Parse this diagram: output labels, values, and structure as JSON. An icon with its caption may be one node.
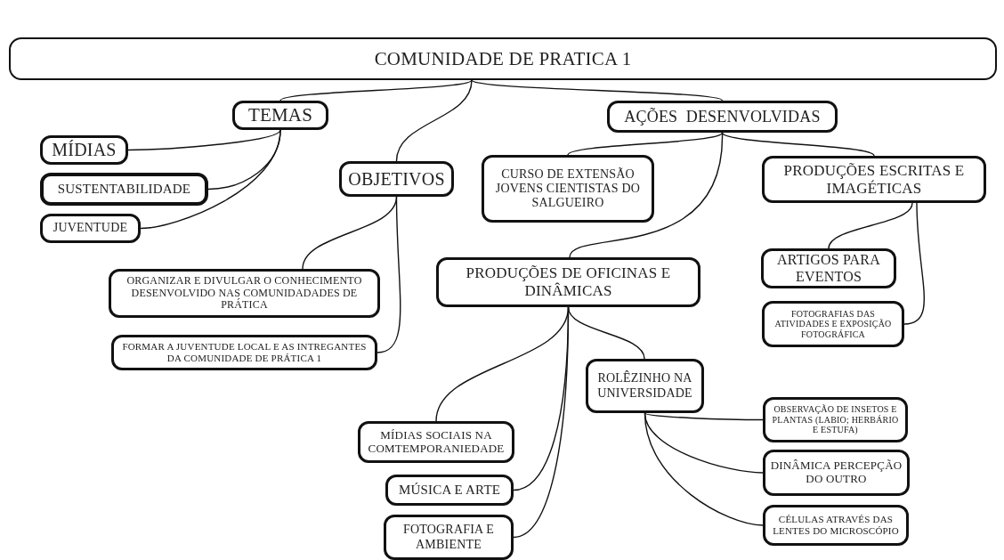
{
  "diagram": {
    "nodes": [
      {
        "text": [
          "COMUNIDADE DE PRATICA 1"
        ]
      },
      {
        "text": [
          "TEMAS"
        ]
      },
      {
        "text": [
          "MÍDIAS"
        ]
      },
      {
        "text": [
          "SUSTENTABILIDADE"
        ]
      },
      {
        "text": [
          "JUVENTUDE"
        ]
      },
      {
        "text": [
          "OBJETIVOS"
        ]
      },
      {
        "text": [
          "ORGANIZAR E DIVULGAR O CONHECIMENTO DESENVOLVIDO NAS COMUNIDADADES DE PRÁTICA"
        ]
      },
      {
        "text": [
          "FORMAR A JUVENTUDE LOCAL E AS INTREGANTES DA COMUNIDADE DE PRÁTICA 1"
        ]
      },
      {
        "text": [
          "AÇÕES  DESENVOLVIDAS"
        ]
      },
      {
        "text": [
          "CURSO DE EXTENSÃO JOVENS CIENTISTAS DO SALGUEIRO"
        ]
      },
      {
        "text": [
          "PRODUÇÕES ESCRITAS E IMAGÉTICAS"
        ]
      },
      {
        "text": [
          "PRODUÇÕES DE OFICINAS E DINÂMICAS"
        ]
      },
      {
        "text": [
          "ARTIGOS PARA EVENTOS"
        ]
      },
      {
        "text": [
          "FOTOGRAFIAS DAS ATIVIDADES E EXPOSIÇÃO FOTOGRÁFICA"
        ]
      },
      {
        "text": [
          "ROLÊZINHO NA UNIVERSIDADE"
        ]
      },
      {
        "text": [
          "MÍDIAS SOCIAIS NA COMTEMPORANIEDADE"
        ]
      },
      {
        "text": [
          "MÚSICA E ARTE"
        ]
      },
      {
        "text": [
          "FOTOGRAFIA E AMBIENTE"
        ]
      },
      {
        "text": [
          "OBSERVAÇÃO DE INSETOS E PLANTAS (LABIO; HERBÁRIO E ESTUFA)"
        ]
      },
      {
        "text": [
          "DINÂMICA PERCEPÇÃO DO OUTRO"
        ]
      },
      {
        "text": [
          "CÉLULAS ATRAVÉS DAS LENTES DO MICROSCÓPIO"
        ]
      }
    ],
    "edges": [
      {
        "from": 0,
        "to": 1,
        "arrow": "none"
      },
      {
        "from": 0,
        "to": 5,
        "arrow": "none"
      },
      {
        "from": 0,
        "to": 8,
        "arrow": "none"
      },
      {
        "from": 1,
        "to": 2,
        "arrow": "none"
      },
      {
        "from": 1,
        "to": 3,
        "arrow": "none"
      },
      {
        "from": 1,
        "to": 4,
        "arrow": "none"
      },
      {
        "from": 5,
        "to": 6,
        "arrow": "none"
      },
      {
        "from": 5,
        "to": 7,
        "arrow": "none"
      },
      {
        "from": 8,
        "to": 9,
        "arrow": "none"
      },
      {
        "from": 8,
        "to": 10,
        "arrow": "none"
      },
      {
        "from": 8,
        "to": 11,
        "arrow": "none"
      },
      {
        "from": 10,
        "to": 12,
        "arrow": "none"
      },
      {
        "from": 10,
        "to": 13,
        "arrow": "none"
      },
      {
        "from": 11,
        "to": 14,
        "arrow": "none"
      },
      {
        "from": 11,
        "to": 15,
        "arrow": "none"
      },
      {
        "from": 11,
        "to": 16,
        "arrow": "none"
      },
      {
        "from": 11,
        "to": 17,
        "arrow": "none"
      },
      {
        "from": 14,
        "to": 18,
        "arrow": "none"
      },
      {
        "from": 14,
        "to": 19,
        "arrow": "none"
      },
      {
        "from": 14,
        "to": 20,
        "arrow": "none"
      }
    ]
  }
}
